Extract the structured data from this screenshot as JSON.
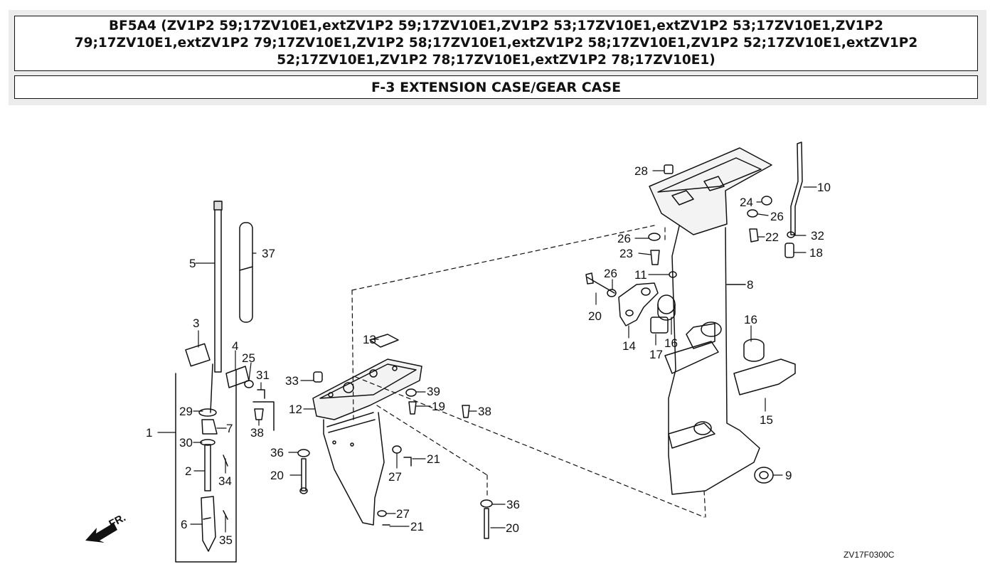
{
  "header": {
    "model_title": "BF5A4 (ZV1P2 59;17ZV10E1,extZV1P2 59;17ZV10E1,ZV1P2 53;17ZV10E1,extZV1P2 53;17ZV10E1,ZV1P2 79;17ZV10E1,extZV1P2 79;17ZV10E1,ZV1P2 58;17ZV10E1,extZV1P2 58;17ZV10E1,ZV1P2 52;17ZV10E1,extZV1P2 52;17ZV10E1,ZV1P2 78;17ZV10E1,extZV1P2 78;17ZV10E1)",
    "section_title": "F-3 EXTENSION CASE/GEAR CASE"
  },
  "diagram": {
    "drawing_code": "ZV17F0300C",
    "front_marker": "FR.",
    "callouts": [
      {
        "id": "c1",
        "label": "1"
      },
      {
        "id": "c2",
        "label": "2"
      },
      {
        "id": "c3",
        "label": "3"
      },
      {
        "id": "c4",
        "label": "4"
      },
      {
        "id": "c5",
        "label": "5"
      },
      {
        "id": "c6",
        "label": "6"
      },
      {
        "id": "c7",
        "label": "7"
      },
      {
        "id": "c8",
        "label": "8"
      },
      {
        "id": "c9",
        "label": "9"
      },
      {
        "id": "c10",
        "label": "10"
      },
      {
        "id": "c11",
        "label": "11"
      },
      {
        "id": "c12",
        "label": "12"
      },
      {
        "id": "c13",
        "label": "13"
      },
      {
        "id": "c14",
        "label": "14"
      },
      {
        "id": "c15",
        "label": "15"
      },
      {
        "id": "c16a",
        "label": "16"
      },
      {
        "id": "c16b",
        "label": "16"
      },
      {
        "id": "c17",
        "label": "17"
      },
      {
        "id": "c18",
        "label": "18"
      },
      {
        "id": "c19",
        "label": "19"
      },
      {
        "id": "c20a",
        "label": "20"
      },
      {
        "id": "c20b",
        "label": "20"
      },
      {
        "id": "c20c",
        "label": "20"
      },
      {
        "id": "c21a",
        "label": "21"
      },
      {
        "id": "c21b",
        "label": "21"
      },
      {
        "id": "c22",
        "label": "22"
      },
      {
        "id": "c23",
        "label": "23"
      },
      {
        "id": "c24",
        "label": "24"
      },
      {
        "id": "c25",
        "label": "25"
      },
      {
        "id": "c26a",
        "label": "26"
      },
      {
        "id": "c26b",
        "label": "26"
      },
      {
        "id": "c26c",
        "label": "26"
      },
      {
        "id": "c27a",
        "label": "27"
      },
      {
        "id": "c27b",
        "label": "27"
      },
      {
        "id": "c28",
        "label": "28"
      },
      {
        "id": "c29",
        "label": "29"
      },
      {
        "id": "c30",
        "label": "30"
      },
      {
        "id": "c31",
        "label": "31"
      },
      {
        "id": "c32",
        "label": "32"
      },
      {
        "id": "c33",
        "label": "33"
      },
      {
        "id": "c34",
        "label": "34"
      },
      {
        "id": "c35",
        "label": "35"
      },
      {
        "id": "c36a",
        "label": "36"
      },
      {
        "id": "c36b",
        "label": "36"
      },
      {
        "id": "c37",
        "label": "37"
      },
      {
        "id": "c38a",
        "label": "38"
      },
      {
        "id": "c38b",
        "label": "38"
      },
      {
        "id": "c39",
        "label": "39"
      }
    ]
  }
}
